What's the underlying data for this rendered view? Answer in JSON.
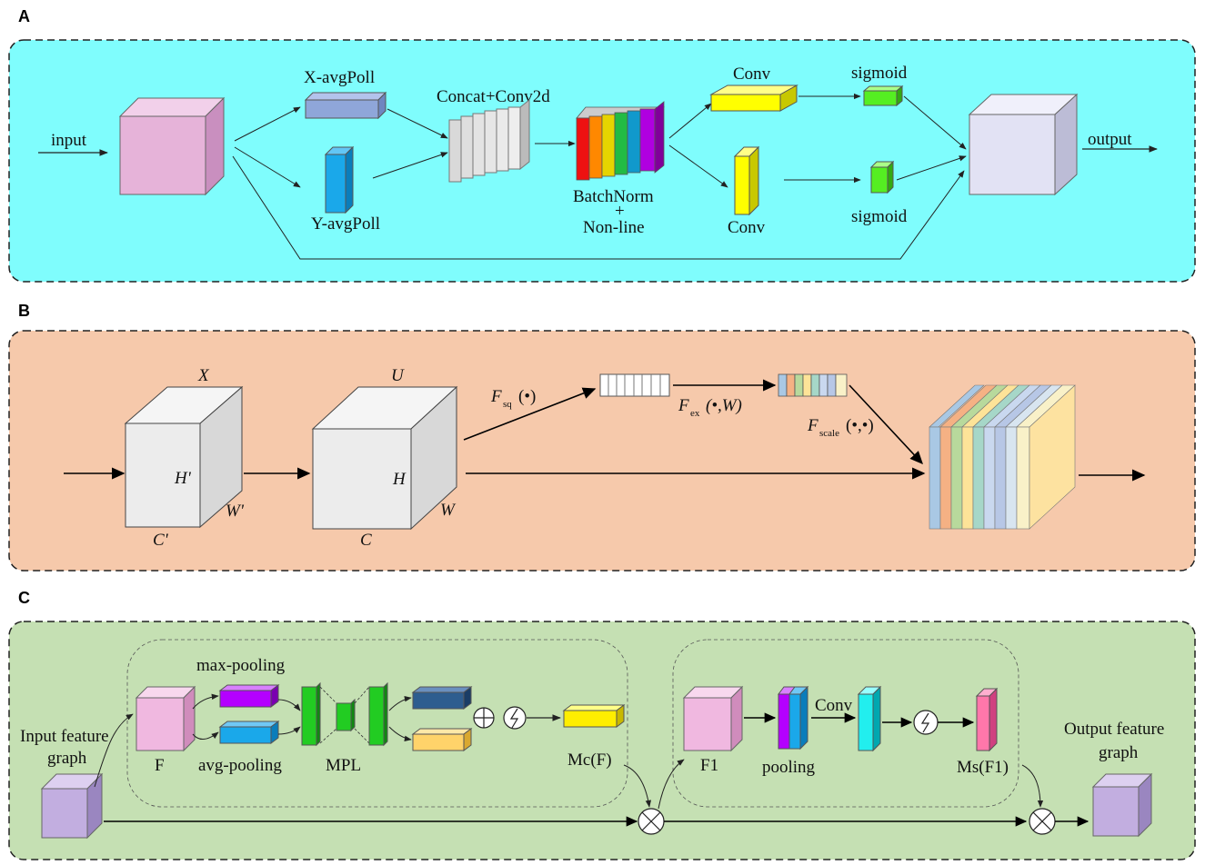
{
  "panels": {
    "a": {
      "letter": "A",
      "input": "input",
      "output": "output",
      "x_avgpool": "X-avgPoll",
      "y_avgpool": "Y-avgPoll",
      "concat": "Concat+Conv2d",
      "batchnorm": "BatchNorm",
      "plus": "+",
      "nonline": "Non-line",
      "conv_top": "Conv",
      "conv_bottom": "Conv",
      "sigmoid_top": "sigmoid",
      "sigmoid_bottom": "sigmoid",
      "colors": {
        "background": "#7ffdfd",
        "input_cube": "#e6b3d9",
        "output_cube": "#e2e2f4",
        "x_bar": "#8fa6d9",
        "y_bar": "#1aa8ea",
        "conv": "#ffff00",
        "sigmoid": "#55ee22"
      }
    },
    "b": {
      "letter": "B",
      "X": "X",
      "Hp": "H'",
      "Wp": "W'",
      "Cp": "C'",
      "U": "U",
      "H": "H",
      "W": "W",
      "C": "C",
      "fsq_F": "F",
      "fsq_sub": "sq",
      "fsq_arg": "(•)",
      "fex_F": "F",
      "fex_sub": "ex",
      "fex_arg": "(•,W)",
      "fscale_F": "F",
      "fscale_sub": "scale",
      "fscale_arg": "(•,•)",
      "colors": {
        "background": "#f6c9ab",
        "cube": "#ececec",
        "stripes": [
          "#a9c8e4",
          "#f5b184",
          "#b8d99c",
          "#fde398",
          "#a6d7c8",
          "#c9d8ef",
          "#b7c7e6",
          "#d8e5f0",
          "#f9f1c8",
          "#fde2a0"
        ]
      }
    },
    "c": {
      "letter": "C",
      "input_feature_1": "Input feature",
      "input_feature_2": "graph",
      "F": "F",
      "max_pooling": "max-pooling",
      "avg_pooling": "avg-pooling",
      "mpl": "MPL",
      "mcf": "Mc(F)",
      "F1": "F1",
      "pooling": "pooling",
      "conv": "Conv",
      "msf1": "Ms(F1)",
      "output_feature_1": "Output feature",
      "output_feature_2": "graph",
      "colors": {
        "background": "#c5e0b3",
        "cube_pink": "#f0b8e0",
        "cube_lilac": "#c2aee0",
        "max_bar": "#b400ff",
        "avg_bar": "#1aa8ea",
        "mpl": "#22cc22",
        "dark_bar": "#2e5d8f",
        "orange_bar": "#ffd36a",
        "mc_bar": "#ffee00",
        "cyan_bar": "#22eeee",
        "pink_bar": "#ff77aa"
      }
    }
  }
}
